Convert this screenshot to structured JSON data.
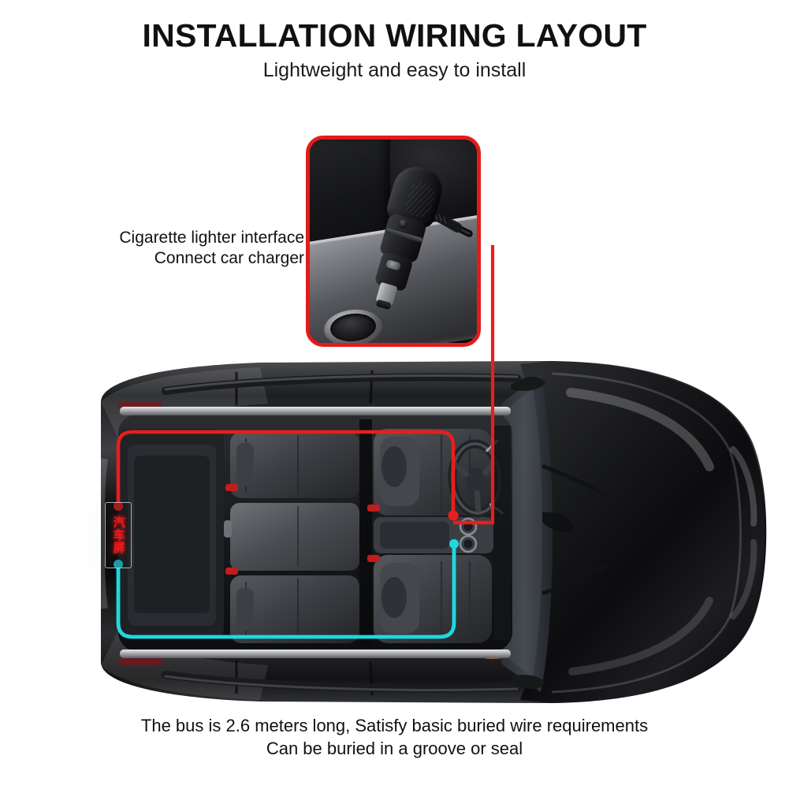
{
  "header": {
    "title": "INSTALLATION WIRING LAYOUT",
    "subtitle": "Lightweight and easy to install"
  },
  "callout": {
    "line1": "Cigarette lighter interface",
    "line2": "Connect car charger"
  },
  "inset": {
    "name": "cigarette-lighter-socket-photo",
    "description": "Black car charger plug inserted into the cigarette lighter socket on the center console"
  },
  "car_diagram": {
    "view": "top-down cutaway of black sedan interior",
    "led_display": {
      "label": "汽车屏",
      "position": "rear window"
    },
    "wires": [
      {
        "name": "power-wire",
        "color": "#e81e1e",
        "from": "cigarette lighter / car charger",
        "to": "LED display panel"
      },
      {
        "name": "signal-wire",
        "color": "#1ed8e0",
        "from": "LED display panel",
        "to": "center console"
      }
    ]
  },
  "colors": {
    "red_wire": "#e81e1e",
    "cyan_wire": "#1ed8e0",
    "inset_border": "#e21b1b",
    "background": "#ffffff",
    "text": "#111111"
  },
  "footer": {
    "line1": "The bus is 2.6 meters long, Satisfy basic buried wire requirements",
    "line2": "Can be buried in a groove or seal"
  }
}
